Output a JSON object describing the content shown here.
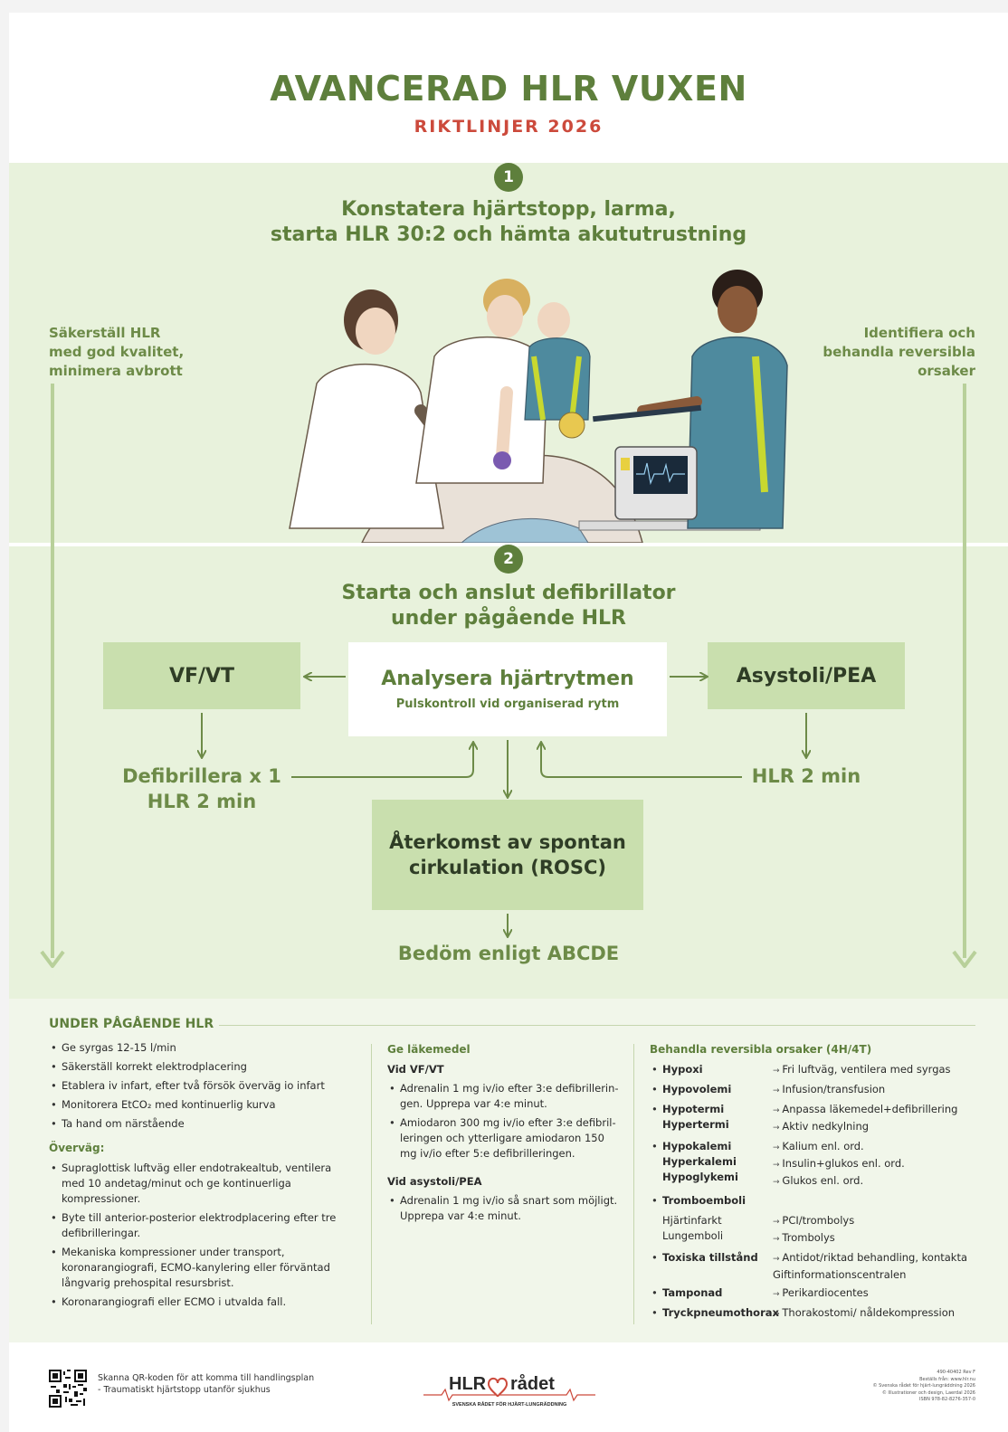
{
  "header": {
    "title": "AVANCERAD HLR VUXEN",
    "subtitle": "RIKTLINJER 2026"
  },
  "step1": {
    "number": "1",
    "line1": "Konstatera hjärtstopp, larma,",
    "line2": "starta HLR 30:2 och hämta akututrustning"
  },
  "side_left": [
    "Säkerställ HLR",
    "med god kvalitet,",
    "minimera avbrott"
  ],
  "side_right": [
    "Identifiera och",
    "behandla reversibla",
    "orsaker"
  ],
  "step2": {
    "number": "2",
    "line1": "Starta och anslut defibrillator",
    "line2": "under pågående HLR"
  },
  "flow": {
    "analyse_title": "Analysera hjärtrytmen",
    "analyse_sub": "Pulskontroll vid organiserad rytm",
    "vfvt": "VF/VT",
    "asystole": "Asystoli/PEA",
    "defib_line1": "Defibrillera x 1",
    "defib_line2": "HLR 2 min",
    "hlr2": "HLR 2 min",
    "rosc_line1": "Återkomst av spontan",
    "rosc_line2": "cirkulation (ROSC)",
    "abcde": "Bedöm enligt ABCDE"
  },
  "under": {
    "heading": "UNDER PÅGÅENDE HLR",
    "items": [
      "Ge syrgas 12-15 l/min",
      "Säkerställ korrekt elektrodplacering",
      "Etablera iv infart, efter två försök överväg io infart",
      "Monitorera EtCO₂ med kontinuerlig kurva",
      "Ta hand om närstående"
    ],
    "consider_heading": "Överväg:",
    "consider_items": [
      "Supraglottisk luftväg eller endotrakealtub, ventilera med 10 andetag/minut och ge kontinuerliga kompressioner.",
      "Byte till anterior-posterior elektrodplacering efter tre defibrilleringar.",
      "Mekaniska kompressioner under transport, koronarangiografi, ECMO-kanylering eller förväntad långvarig prehospital resursbrist.",
      "Koronarangiografi eller ECMO i utvalda fall."
    ]
  },
  "drugs": {
    "heading": "Ge läkemedel",
    "vf_heading": "Vid VF/VT",
    "vf_items": [
      "Adrenalin 1 mg iv/io efter 3:e defibrillerin-gen. Upprepa var 4:e minut.",
      "Amiodaron 300 mg iv/io efter 3:e defibril-leringen och ytterligare amiodaron 150 mg iv/io efter 5:e defibrilleringen."
    ],
    "asy_heading": "Vid asystoli/PEA",
    "asy_items": [
      "Adrenalin 1 mg iv/io så snart som möjligt. Upprepa var 4:e minut."
    ]
  },
  "causes": {
    "heading": "Behandla reversibla orsaker (4H/4T)",
    "rows": [
      {
        "bullet": true,
        "left": [
          "Hypoxi"
        ],
        "right": [
          "Fri luftväg, ventilera med syrgas"
        ]
      },
      {
        "bullet": true,
        "left": [
          "Hypovolemi"
        ],
        "right": [
          "Infusion/transfusion"
        ]
      },
      {
        "bullet": true,
        "left": [
          "Hypotermi",
          "Hypertermi"
        ],
        "right": [
          "Anpassa läkemedel+defibrillering",
          "Aktiv nedkylning"
        ]
      },
      {
        "bullet": true,
        "left": [
          "Hypokalemi",
          "Hyperkalemi",
          "Hypoglykemi"
        ],
        "right": [
          "Kalium enl. ord.",
          "Insulin+glukos enl. ord.",
          "Glukos enl. ord."
        ]
      },
      {
        "bullet": true,
        "left": [
          "Tromboemboli"
        ],
        "right": [
          ""
        ]
      },
      {
        "bullet": false,
        "left": [
          "Hjärtinfarkt",
          "Lungemboli"
        ],
        "right": [
          "PCI/trombolys",
          "Trombolys"
        ]
      },
      {
        "bullet": true,
        "left": [
          "Toxiska tillstånd"
        ],
        "right": [
          "Antidot/riktad behandling, kontakta Giftinformationscentralen"
        ]
      },
      {
        "bullet": true,
        "left": [
          "Tamponad"
        ],
        "right": [
          "Perikardiocentes"
        ]
      },
      {
        "bullet": true,
        "left": [
          "Tryckpneumothorax"
        ],
        "right": [
          "Thorakostomi/ nåldekompression"
        ]
      }
    ]
  },
  "footer": {
    "qr_line1": "Skanna QR-koden för att komma till handlingsplan",
    "qr_line2": "- Traumatiskt hjärtstopp utanför sjukhus",
    "logo_left": "HLR",
    "logo_right": "rådet",
    "logo_sub": "SVENSKA RÅDET FÖR HJÄRT-LUNGRÄDDNING",
    "small_print": [
      "490-40402 Rev F",
      "Beställs från: www.hlr.nu",
      "© Svenska rådet för hjärt-lungräddning 2026",
      "© Illustrationer och design, Laerdal 2026",
      "ISBN 978-82-8276-357-0"
    ]
  },
  "colors": {
    "brand_green": "#5e7f3c",
    "band_green": "#e8f2dc",
    "box_green": "#c9dfae",
    "accent_red": "#cc4a3c"
  }
}
